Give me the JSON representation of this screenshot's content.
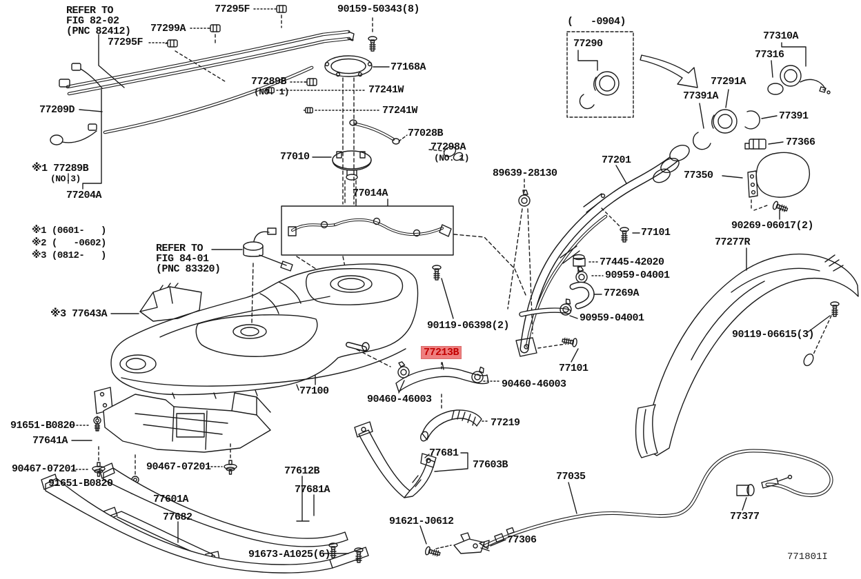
{
  "meta": {
    "diagram_code": "771801I"
  },
  "colors": {
    "line": "#1a1a1a",
    "highlight_bg": "#ee7f7f",
    "highlight_text": "#c30000"
  },
  "labels": [
    {
      "text": "REFER TO\nFIG 82-02\n(PNC 82412)"
    },
    {
      "text": "77295F"
    },
    {
      "text": "77299A"
    },
    {
      "text": "77295F"
    },
    {
      "text": "90159-50343(8)"
    },
    {
      "text": "77168A"
    },
    {
      "text": "77289B"
    },
    {
      "text": "(NO. 1)"
    },
    {
      "text": "77241W"
    },
    {
      "text": "77241W"
    },
    {
      "text": "77028B"
    },
    {
      "text": "77298A"
    },
    {
      "text": "(NO. 1)"
    },
    {
      "text": "77010"
    },
    {
      "text": "77209D"
    },
    {
      "text": "※1 77289B"
    },
    {
      "text": "(NO.3)"
    },
    {
      "text": "77204A"
    },
    {
      "text": "※1 (0601-   )"
    },
    {
      "text": "※2 (   -0602)"
    },
    {
      "text": "※3 (0812-   )"
    },
    {
      "text": "REFER TO\nFIG 84-01\n(PNC 83320)"
    },
    {
      "text": "※3 77643A"
    },
    {
      "text": "77014A"
    },
    {
      "text": "90119-06398(2)"
    },
    {
      "text": "77213B"
    },
    {
      "text": "77100"
    },
    {
      "text": "90460-46003"
    },
    {
      "text": "90460-46003"
    },
    {
      "text": "77219"
    },
    {
      "text": "77681"
    },
    {
      "text": "77603B"
    },
    {
      "text": "77612B"
    },
    {
      "text": "77681A"
    },
    {
      "text": "91621-J0612"
    },
    {
      "text": "77306"
    },
    {
      "text": "91673-A1025(6)"
    },
    {
      "text": "91651-B0820"
    },
    {
      "text": "77641A"
    },
    {
      "text": "90467-07201"
    },
    {
      "text": "90467-07201"
    },
    {
      "text": "91651-B0820"
    },
    {
      "text": "77601A"
    },
    {
      "text": "77682"
    },
    {
      "text": "77035"
    },
    {
      "text": "77377"
    },
    {
      "text": "89639-28130"
    },
    {
      "text": "77201"
    },
    {
      "text": "77350"
    },
    {
      "text": "77101"
    },
    {
      "text": "90269-06017(2)"
    },
    {
      "text": "77277R"
    },
    {
      "text": "77445-42020"
    },
    {
      "text": "90959-04001"
    },
    {
      "text": "77269A"
    },
    {
      "text": "90959-04001"
    },
    {
      "text": "90119-06615(3)"
    },
    {
      "text": "(   -0904)"
    },
    {
      "text": "77290"
    },
    {
      "text": "77310A"
    },
    {
      "text": "77316"
    },
    {
      "text": "77291A"
    },
    {
      "text": "77391A"
    },
    {
      "text": "77391"
    },
    {
      "text": "77366"
    },
    {
      "text": "77101"
    }
  ]
}
